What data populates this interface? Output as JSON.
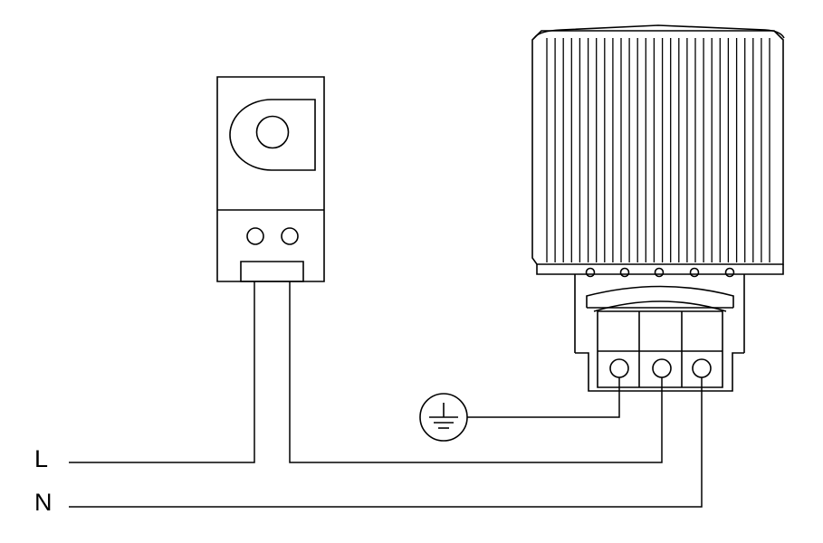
{
  "labels": {
    "line": "L",
    "neutral": "N"
  },
  "colors": {
    "stroke": "#000000",
    "background": "#ffffff"
  },
  "components": [
    "thermostat",
    "heater",
    "ground-symbol",
    "terminal-block"
  ]
}
